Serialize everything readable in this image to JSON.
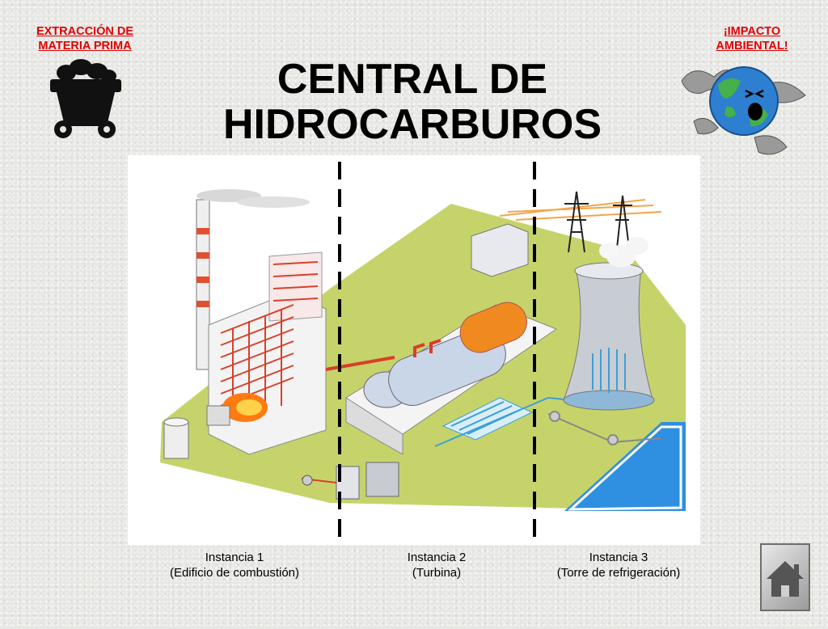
{
  "header": {
    "left_link": [
      "EXTRACCIÓN DE",
      "MATERIA PRIMA"
    ],
    "right_link": [
      "¡IMPACTO",
      "AMBIENTAL!"
    ],
    "title": [
      "CENTRAL DE",
      "HIDROCARBUROS"
    ]
  },
  "instances": [
    {
      "name": "Instancia 1",
      "desc": "(Edificio de combustión)"
    },
    {
      "name": "Instancia 2",
      "desc": "(Turbina)"
    },
    {
      "name": "Instancia 3",
      "desc": "(Torre de refrigeración)"
    }
  ],
  "icons": {
    "left": "coal-cart-icon",
    "right": "sad-earth-icon",
    "home": "home-icon"
  },
  "colors": {
    "link": "#e10000",
    "ground": "#c6d36a",
    "water": "#2f8fe0",
    "pipe_red": "#d8402a",
    "pipe_blue": "#3aa0d6",
    "flame": "#ff7a10"
  }
}
